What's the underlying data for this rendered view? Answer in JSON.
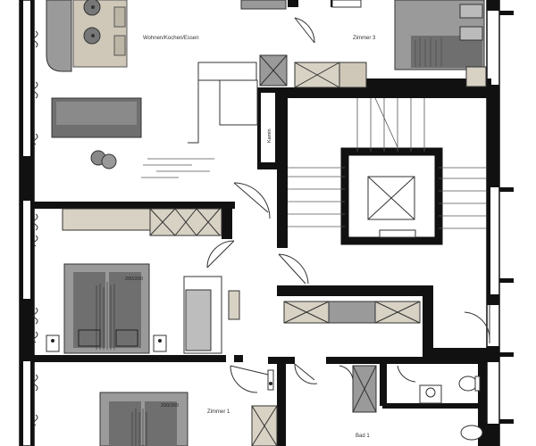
{
  "rooms": {
    "living": "Wohnen/Kochen/Essen",
    "zimmer3": "Zimmer 3",
    "zimmer1": "Zimmer 1",
    "bad1": "Bad 1",
    "kamin": "Kamin"
  },
  "beds": {
    "bed_a": "200/200",
    "bed_b": "200/200"
  },
  "colors": {
    "wall": "#111111",
    "furniture_gray": "#9a9a9a",
    "furniture_dark": "#6f6f6f",
    "counter_tan": "#cfc8b8",
    "counter_beige": "#d8d2c4",
    "line": "#555555"
  }
}
